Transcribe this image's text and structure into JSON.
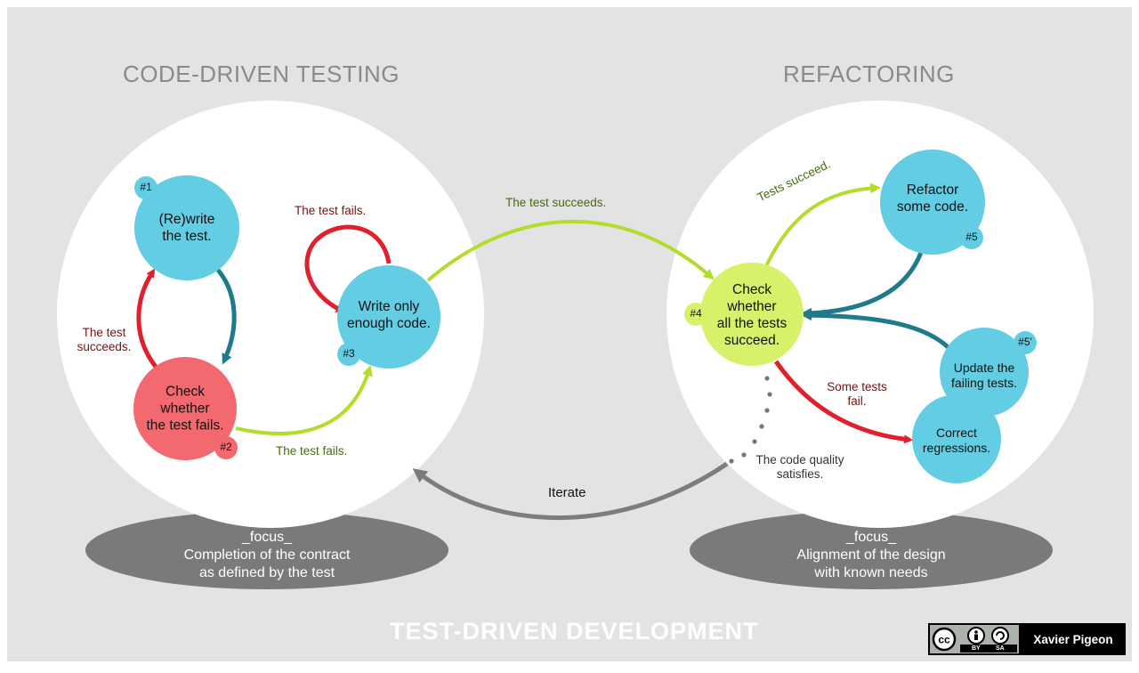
{
  "colors": {
    "background": "#e3e3e3",
    "circle_fill": "#ffffff",
    "focus_ellipse": "#7a7a7a",
    "node_blue": "#62cde3",
    "node_red": "#f2696f",
    "node_green": "#d7f26a",
    "arrow_red": "#e0202c",
    "arrow_green": "#b4dc2c",
    "arrow_teal": "#1f7a8c",
    "arrow_gray": "#7d7d7d"
  },
  "sections": {
    "left_title": "CODE-DRIVEN  TESTING",
    "right_title": "REFACTORING"
  },
  "nodes": {
    "rewrite": {
      "label": [
        "(Re)write",
        "the test."
      ],
      "badge": "#1"
    },
    "check_fail": {
      "label": [
        "Check",
        "whether",
        "the test fails."
      ],
      "badge": "#2"
    },
    "write_code": {
      "label": [
        "Write only",
        "enough code."
      ],
      "badge": "#3"
    },
    "check_all": {
      "label": [
        "Check",
        "whether",
        "all the tests",
        "succeed."
      ],
      "badge": "#4"
    },
    "refactor": {
      "label": [
        "Refactor",
        "some code."
      ],
      "badge": "#5"
    },
    "update_tests": {
      "label": [
        "Update the",
        "failing tests."
      ],
      "badge": "#5'"
    },
    "correct": {
      "label": [
        "Correct",
        "regressions."
      ]
    }
  },
  "edges": {
    "test_fails_loop": "The test fails.",
    "test_succeeds_left": [
      "The test",
      "succeeds."
    ],
    "test_fails_bottom": "The test fails.",
    "test_succeeds_top": "The test succeeds.",
    "tests_succeed": "Tests succeed.",
    "some_tests_fail": [
      "Some tests",
      "fail."
    ],
    "code_quality": [
      "The code quality",
      "satisfies."
    ],
    "iterate": "Iterate"
  },
  "focus": {
    "left": [
      "_focus_",
      "Completion of the contract",
      "as defined by the test"
    ],
    "right": [
      "_focus_",
      "Alignment of the design",
      "with known needs"
    ]
  },
  "footer": {
    "title": "TEST-DRIVEN  DEVELOPMENT",
    "license": {
      "icon": "cc-by-sa-icon",
      "by": "BY",
      "sa": "SA"
    },
    "author": "Xavier Pigeon"
  }
}
